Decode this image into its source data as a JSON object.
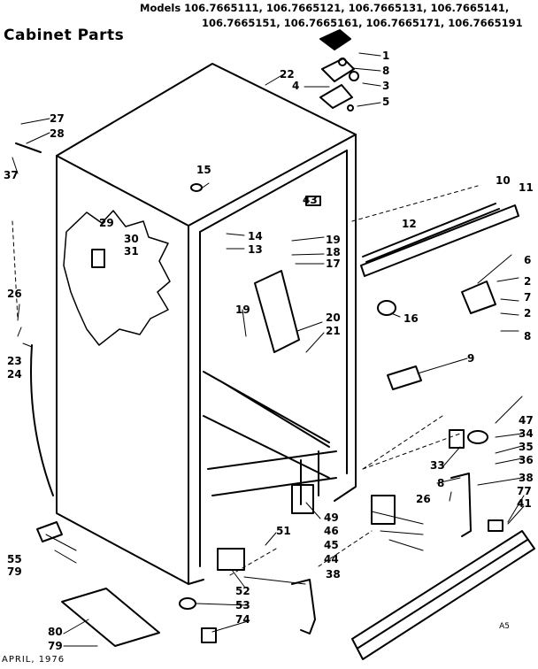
{
  "title": "Cabinet Parts",
  "models_line1": "Models 106.7665111, 106.7665121, 106.7665131, 106.7665141,",
  "models_line2": "106.7665151, 106.7665161, 106.7665171, 106.7665191",
  "footer": "APRIL, 1976",
  "ref_code": "A5",
  "callouts": [
    "1",
    "2",
    "3",
    "4",
    "5",
    "6",
    "7",
    "8",
    "9",
    "10",
    "11",
    "12",
    "13",
    "14",
    "15",
    "16",
    "17",
    "18",
    "19",
    "20",
    "21",
    "22",
    "23",
    "24",
    "26",
    "27",
    "28",
    "29",
    "30",
    "31",
    "33",
    "34",
    "35",
    "36",
    "37",
    "38",
    "41",
    "43",
    "44",
    "45",
    "46",
    "47",
    "49",
    "51",
    "52",
    "53",
    "55",
    "74",
    "77",
    "79",
    "80"
  ]
}
